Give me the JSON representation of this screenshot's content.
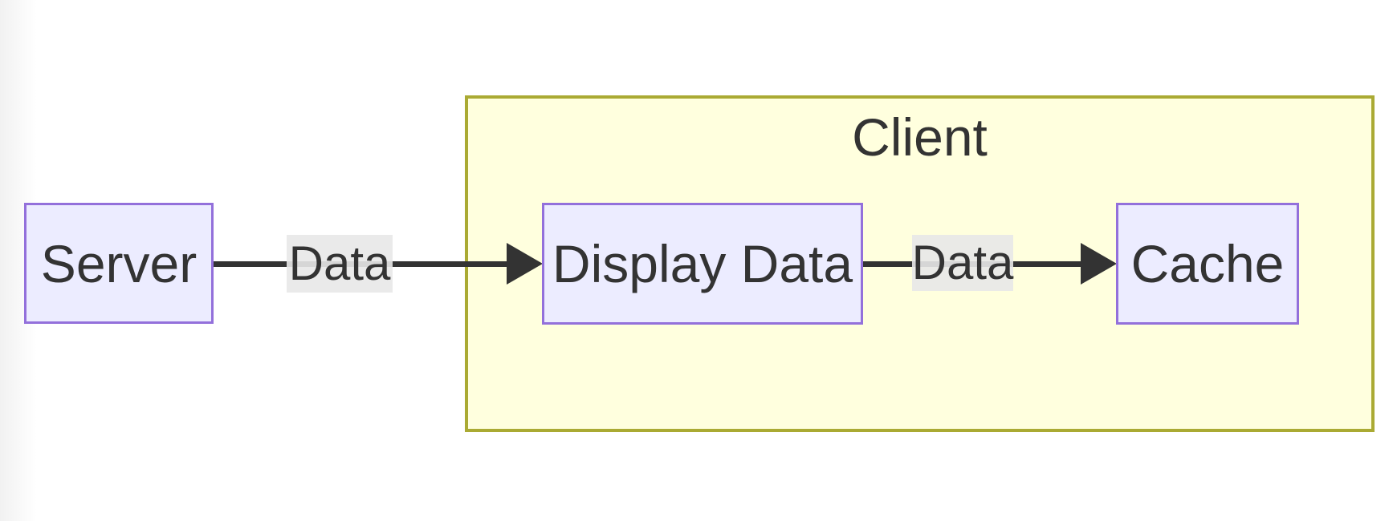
{
  "diagram": {
    "type": "flowchart",
    "direction": "LR",
    "subgraphs": [
      {
        "id": "client",
        "label": "Client"
      }
    ],
    "nodes": [
      {
        "id": "server",
        "label": "Server",
        "container": null
      },
      {
        "id": "display_data",
        "label": "Display Data",
        "container": "client"
      },
      {
        "id": "cache",
        "label": "Cache",
        "container": "client"
      }
    ],
    "edges": [
      {
        "from": "server",
        "to": "display_data",
        "label": "Data",
        "style": "arrow"
      },
      {
        "from": "display_data",
        "to": "cache",
        "label": "Data",
        "style": "arrow"
      }
    ],
    "colors": {
      "node_fill": "#ECECFF",
      "node_border": "#9370DB",
      "subgraph_fill": "#FFFFDE",
      "subgraph_border": "#AAAA33",
      "edge_stroke": "#333333",
      "edge_label_bg": "#E8E8E8",
      "text": "#333333",
      "background": "#FFFFFF"
    }
  }
}
